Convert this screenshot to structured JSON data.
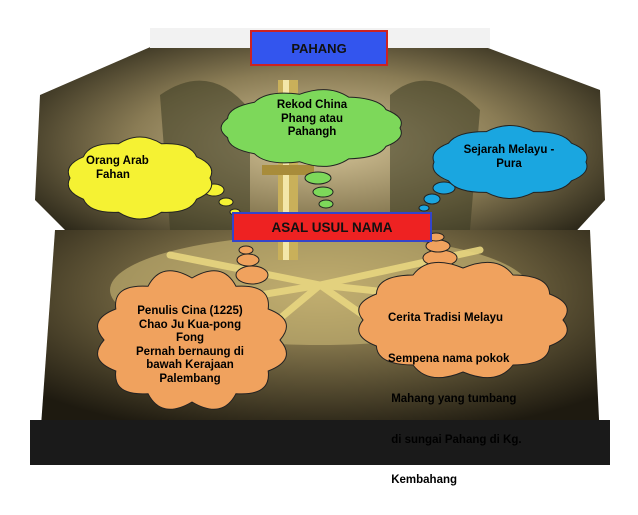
{
  "title_box": {
    "text": "PAHANG"
  },
  "center_box": {
    "text": "ASAL USUL NAMA"
  },
  "clouds": {
    "china_record": {
      "lines": [
        "Rekod China",
        "Phang atau",
        "Pahangh"
      ]
    },
    "arab": {
      "lines": [
        "Orang Arab",
        "Fahan"
      ]
    },
    "sejarah_melayu": {
      "lines": [
        "Sejarah Melayu -",
        "Pura"
      ]
    },
    "chinese_writer": {
      "lines": [
        "Penulis Cina (1225)",
        "Chao Ju Kua-pong",
        "Fong",
        "Pernah bernaung di",
        "bawah Kerajaan",
        "Palembang"
      ]
    },
    "malay_tradition": {
      "lines": [
        "Cerita Tradisi Melayu",
        "Sempena nama pokok",
        " Mahang yang tumbang",
        " di sungai Pahang di Kg.",
        " Kembahang"
      ]
    }
  },
  "colors": {
    "title_fill": "#3355ee",
    "title_border": "#cc2222",
    "center_fill": "#ee2222",
    "center_border": "#3344cc",
    "cloud_green": "#7dd85a",
    "cloud_yellow": "#f5f233",
    "cloud_blue": "#1aa6e0",
    "cloud_orange": "#f0a25e"
  }
}
